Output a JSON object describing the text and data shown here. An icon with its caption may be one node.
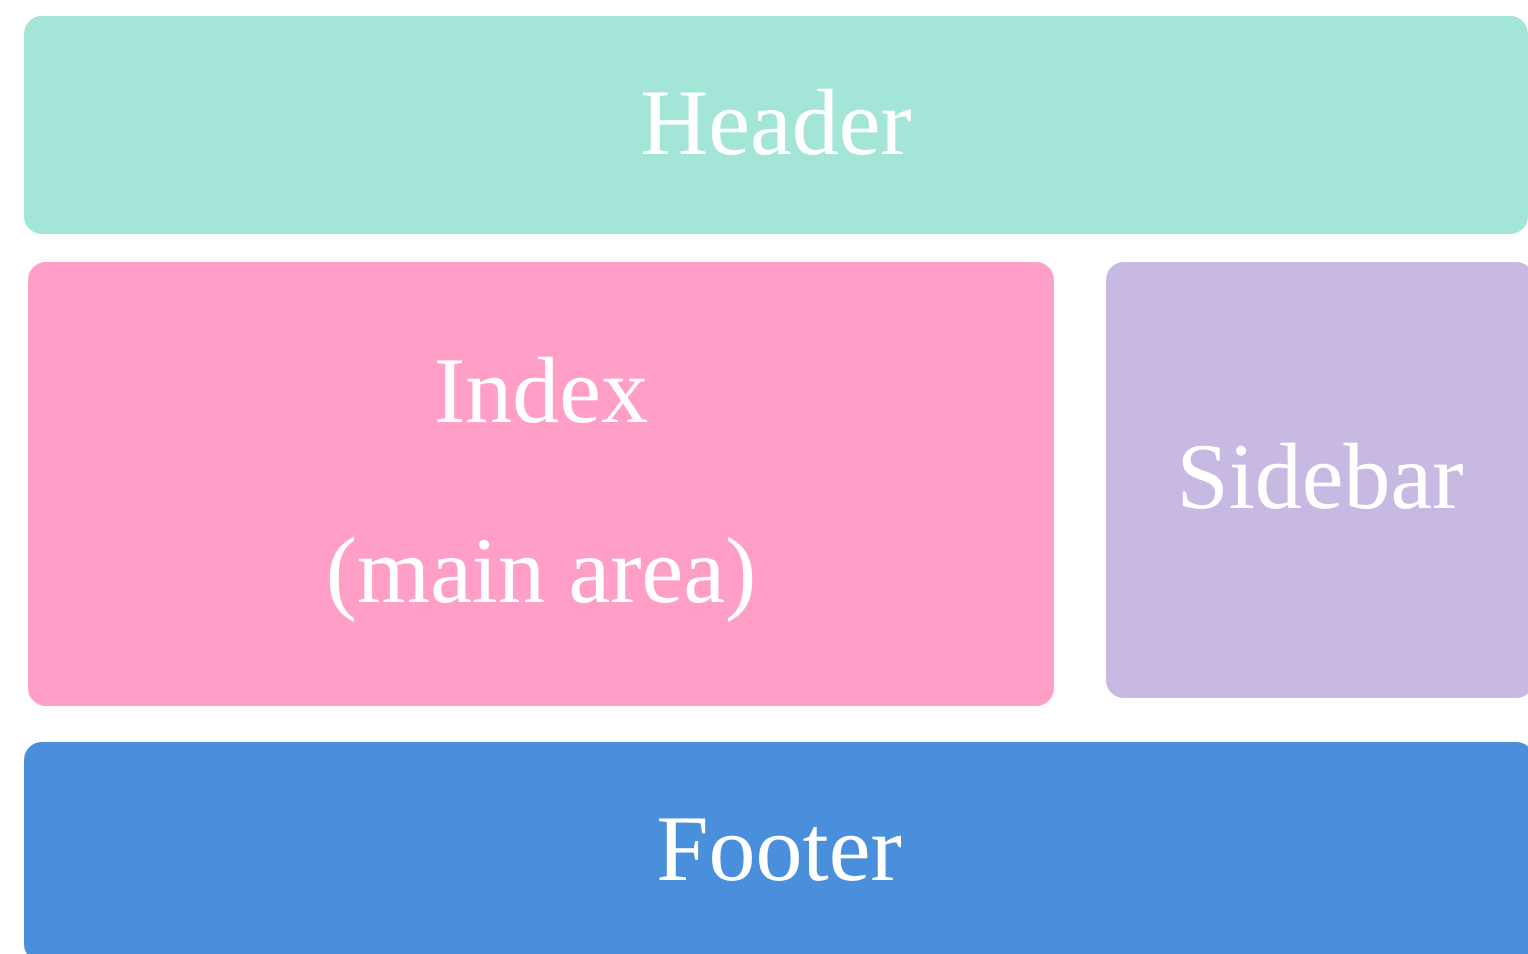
{
  "diagram": {
    "nodes": [
      {
        "text": [
          "Header"
        ]
      },
      {
        "text": [
          "Index",
          "(main area)"
        ]
      },
      {
        "text": [
          "Sidebar"
        ]
      },
      {
        "text": [
          "Footer"
        ]
      }
    ]
  }
}
